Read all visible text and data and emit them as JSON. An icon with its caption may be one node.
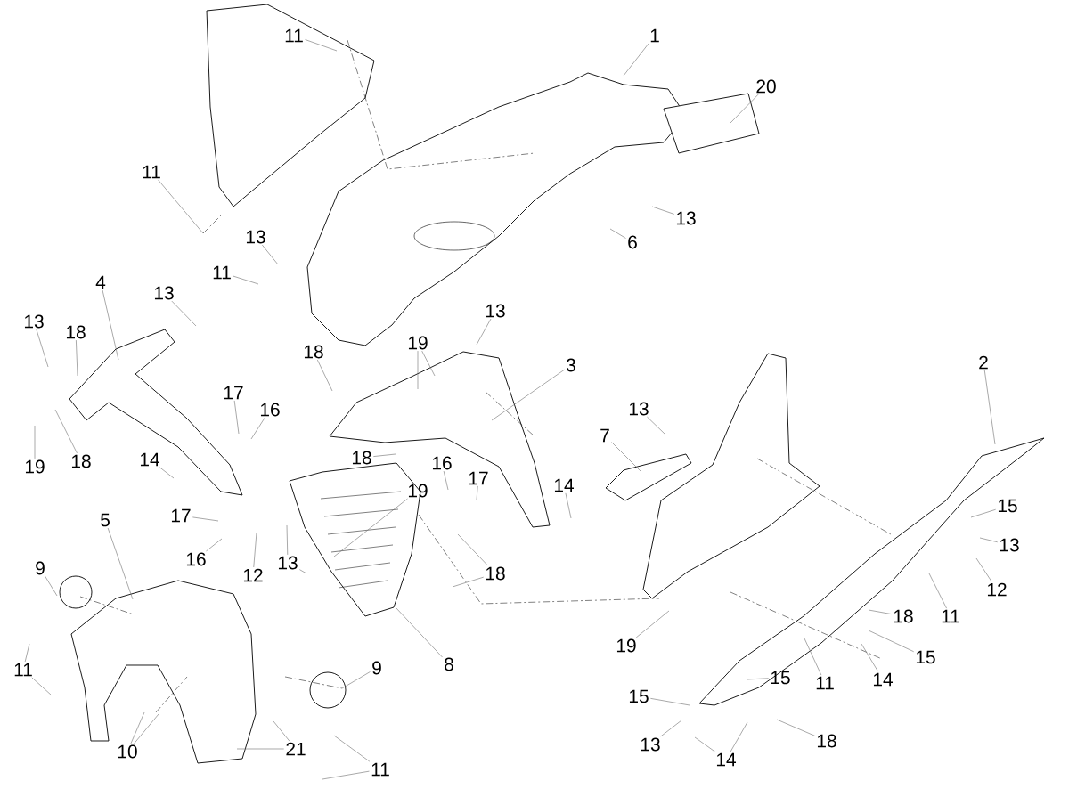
{
  "diagram": {
    "nodes": [
      {
        "text": [
          "1"
        ]
      },
      {
        "text": [
          "11"
        ]
      },
      {
        "text": [
          "20"
        ]
      },
      {
        "text": [
          "11"
        ]
      },
      {
        "text": [
          "13"
        ]
      },
      {
        "text": [
          "13"
        ]
      },
      {
        "text": [
          "6"
        ]
      },
      {
        "text": [
          "11"
        ]
      },
      {
        "text": [
          "4"
        ]
      },
      {
        "text": [
          "13"
        ]
      },
      {
        "text": [
          "13"
        ]
      },
      {
        "text": [
          "13"
        ]
      },
      {
        "text": [
          "18"
        ]
      },
      {
        "text": [
          "19"
        ]
      },
      {
        "text": [
          "18"
        ]
      },
      {
        "text": [
          "3"
        ]
      },
      {
        "text": [
          "2"
        ]
      },
      {
        "text": [
          "17"
        ]
      },
      {
        "text": [
          "16"
        ]
      },
      {
        "text": [
          "13"
        ]
      },
      {
        "text": [
          "19"
        ]
      },
      {
        "text": [
          "18"
        ]
      },
      {
        "text": [
          "7"
        ]
      },
      {
        "text": [
          "18"
        ]
      },
      {
        "text": [
          "14"
        ]
      },
      {
        "text": [
          "16"
        ]
      },
      {
        "text": [
          "17"
        ]
      },
      {
        "text": [
          "14"
        ]
      },
      {
        "text": [
          "19"
        ]
      },
      {
        "text": [
          "15"
        ]
      },
      {
        "text": [
          "17"
        ]
      },
      {
        "text": [
          "5"
        ]
      },
      {
        "text": [
          "13"
        ]
      },
      {
        "text": [
          "16"
        ]
      },
      {
        "text": [
          "13"
        ]
      },
      {
        "text": [
          "9"
        ]
      },
      {
        "text": [
          "18"
        ]
      },
      {
        "text": [
          "12"
        ]
      },
      {
        "text": [
          "12"
        ]
      },
      {
        "text": [
          "11"
        ]
      },
      {
        "text": [
          "18"
        ]
      },
      {
        "text": [
          "19"
        ]
      },
      {
        "text": [
          "15"
        ]
      },
      {
        "text": [
          "8"
        ]
      },
      {
        "text": [
          "9"
        ]
      },
      {
        "text": [
          "11"
        ]
      },
      {
        "text": [
          "11"
        ]
      },
      {
        "text": [
          "14"
        ]
      },
      {
        "text": [
          "15"
        ]
      },
      {
        "text": [
          "15"
        ]
      },
      {
        "text": [
          "18"
        ]
      },
      {
        "text": [
          "13"
        ]
      },
      {
        "text": [
          "21"
        ]
      },
      {
        "text": [
          "10"
        ]
      },
      {
        "text": [
          "14"
        ]
      },
      {
        "text": [
          "11"
        ]
      }
    ],
    "edges": [
      {
        "from": 0,
        "to": null,
        "arrow": "none"
      },
      {
        "from": 1,
        "to": null,
        "arrow": "none"
      },
      {
        "from": 2,
        "to": null,
        "arrow": "none"
      },
      {
        "from": 3,
        "to": null,
        "arrow": "none"
      },
      {
        "from": 4,
        "to": null,
        "arrow": "none"
      },
      {
        "from": 5,
        "to": null,
        "arrow": "none"
      },
      {
        "from": 6,
        "to": null,
        "arrow": "none"
      },
      {
        "from": 7,
        "to": null,
        "arrow": "none"
      },
      {
        "from": 8,
        "to": null,
        "arrow": "none"
      },
      {
        "from": 9,
        "to": null,
        "arrow": "none"
      },
      {
        "from": 10,
        "to": null,
        "arrow": "none"
      },
      {
        "from": 11,
        "to": null,
        "arrow": "none"
      },
      {
        "from": 12,
        "to": null,
        "arrow": "none"
      },
      {
        "from": 13,
        "to": null,
        "arrow": "none"
      },
      {
        "from": 13,
        "to": null,
        "arrow": "none"
      },
      {
        "from": 14,
        "to": null,
        "arrow": "none"
      },
      {
        "from": 15,
        "to": null,
        "arrow": "none"
      },
      {
        "from": 16,
        "to": null,
        "arrow": "none"
      },
      {
        "from": 17,
        "to": null,
        "arrow": "none"
      },
      {
        "from": 18,
        "to": null,
        "arrow": "none"
      },
      {
        "from": 19,
        "to": null,
        "arrow": "none"
      },
      {
        "from": 20,
        "to": null,
        "arrow": "none"
      },
      {
        "from": 21,
        "to": null,
        "arrow": "none"
      },
      {
        "from": 22,
        "to": null,
        "arrow": "none"
      },
      {
        "from": 23,
        "to": null,
        "arrow": "none"
      },
      {
        "from": 24,
        "to": null,
        "arrow": "none"
      },
      {
        "from": 25,
        "to": null,
        "arrow": "none"
      },
      {
        "from": 26,
        "to": null,
        "arrow": "none"
      },
      {
        "from": 27,
        "to": null,
        "arrow": "none"
      },
      {
        "from": 28,
        "to": null,
        "arrow": "none"
      },
      {
        "from": 29,
        "to": null,
        "arrow": "none"
      },
      {
        "from": 30,
        "to": null,
        "arrow": "none"
      },
      {
        "from": 31,
        "to": null,
        "arrow": "none"
      },
      {
        "from": 32,
        "to": null,
        "arrow": "none"
      },
      {
        "from": 33,
        "to": null,
        "arrow": "none"
      },
      {
        "from": 34,
        "to": null,
        "arrow": "none"
      },
      {
        "from": 34,
        "to": null,
        "arrow": "none"
      },
      {
        "from": 35,
        "to": null,
        "arrow": "none"
      },
      {
        "from": 36,
        "to": null,
        "arrow": "none"
      },
      {
        "from": 36,
        "to": null,
        "arrow": "none"
      },
      {
        "from": 37,
        "to": null,
        "arrow": "none"
      },
      {
        "from": 38,
        "to": null,
        "arrow": "none"
      },
      {
        "from": 39,
        "to": null,
        "arrow": "none"
      },
      {
        "from": 40,
        "to": null,
        "arrow": "none"
      },
      {
        "from": 41,
        "to": null,
        "arrow": "none"
      },
      {
        "from": 42,
        "to": null,
        "arrow": "none"
      },
      {
        "from": 43,
        "to": null,
        "arrow": "none"
      },
      {
        "from": 44,
        "to": null,
        "arrow": "none"
      },
      {
        "from": 45,
        "to": null,
        "arrow": "none"
      },
      {
        "from": 46,
        "to": null,
        "arrow": "none"
      },
      {
        "from": 46,
        "to": null,
        "arrow": "none"
      },
      {
        "from": 47,
        "to": null,
        "arrow": "none"
      },
      {
        "from": 48,
        "to": null,
        "arrow": "none"
      },
      {
        "from": 49,
        "to": null,
        "arrow": "none"
      },
      {
        "from": 50,
        "to": null,
        "arrow": "none"
      },
      {
        "from": 51,
        "to": null,
        "arrow": "none"
      },
      {
        "from": 52,
        "to": null,
        "arrow": "none"
      },
      {
        "from": 52,
        "to": null,
        "arrow": "none"
      },
      {
        "from": 53,
        "to": null,
        "arrow": "none"
      },
      {
        "from": 53,
        "to": null,
        "arrow": "none"
      },
      {
        "from": 54,
        "to": null,
        "arrow": "none"
      },
      {
        "from": 54,
        "to": null,
        "arrow": "none"
      },
      {
        "from": 55,
        "to": null,
        "arrow": "none"
      },
      {
        "from": 55,
        "to": null,
        "arrow": "none"
      }
    ]
  }
}
